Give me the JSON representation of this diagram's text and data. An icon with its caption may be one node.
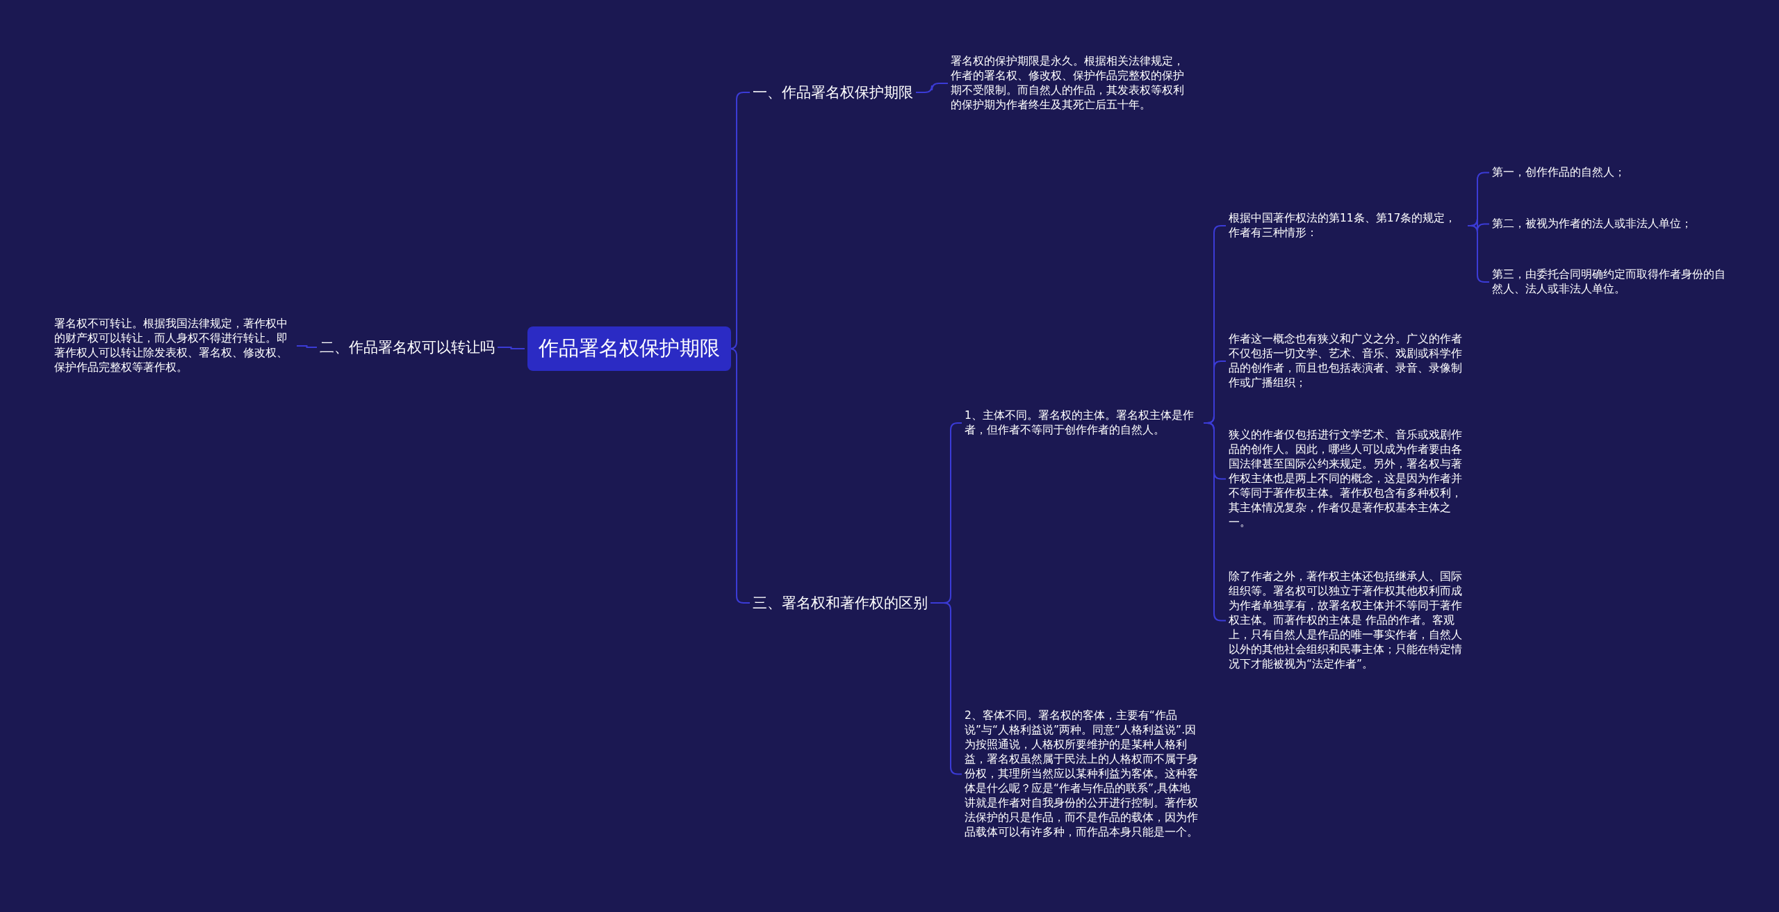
{
  "diagram": {
    "nodes": [
      {
        "text": [
          "作品署名权保护期限"
        ]
      },
      {
        "text": [
          "一、作品署名权保护期限"
        ]
      },
      {
        "text": [
          "署名权的保护期限是永久。根据相关法律规定，作者的署名权、修改权、保护作品完整权的保护期不受限制。而自然人的作品，其发表权等权利的保护期为作者终生及其死亡后五十年。"
        ]
      },
      {
        "text": [
          "二、作品署名权可以转让吗"
        ]
      },
      {
        "text": [
          "署名权不可转让。根据我国法律规定，著作权中的财产权可以转让，而人身权不得进行转让。即著作权人可以转让除发表权、署名权、修改权、保护作品完整权等著作权。"
        ]
      },
      {
        "text": [
          "三、署名权和著作权的区别"
        ]
      },
      {
        "text": [
          "1、主体不同。署名权的主体。署名权主体是作者，但作者不等同于创作作者的自然人。"
        ]
      },
      {
        "text": [
          "2、客体不同。署名权的客体，主要有“作品说”与“人格利益说”两种。同意“人格利益说”.因为按照通说，人格权所要维护的是某种人格利益，署名权虽然属于民法上的人格权而不属于身份权，其理所当然应以某种利益为客体。这种客体是什么呢？应是“作者与作品的联系”,具体地讲就是作者对自我身份的公开进行控制。著作权法保护的只是作品，而不是作品的载体，因为作品载体可以有许多种，而作品本身只能是一个。"
        ]
      },
      {
        "text": [
          "根据中国著作权法的第11条、第17条的规定，作者有三种情形："
        ]
      },
      {
        "text": [
          "作者这一概念也有狭义和广义之分。广义的作者不仅包括一切文学、艺术、音乐、戏剧或科学作品的创作者，而且也包括表演者、录音、录像制作或广播组织；"
        ]
      },
      {
        "text": [
          "狭义的作者仅包括进行文学艺术、音乐或戏剧作品的创作人。因此，哪些人可以成为作者要由各国法律甚至国际公约来规定。另外，署名权与著作权主体也是两上不同的概念，这是因为作者并不等同于著作权主体。著作权包含有多种权利，其主体情况复杂，作者仅是著作权基本主体之一。"
        ]
      },
      {
        "text": [
          "除了作者之外，著作权主体还包括继承人、国际组织等。署名权可以独立于著作权其他权利而成为作者单独享有，故署名权主体并不等同于著作权主体。而著作权的主体是 作品的作者。客观上，只有自然人是作品的唯一事实作者，自然人以外的其他社会组织和民事主体；只能在特定情况下才能被视为“法定作者”。"
        ]
      },
      {
        "text": [
          "第一，创作作品的自然人；"
        ]
      },
      {
        "text": [
          "第二，被视为作者的法人或非法人单位；"
        ]
      },
      {
        "text": [
          "第三，由委托合同明确约定而取得作者身份的自然人、法人或非法人单位。"
        ]
      }
    ],
    "edges": [
      {
        "from": 0,
        "to": 1,
        "arrow": "none"
      },
      {
        "from": 1,
        "to": 2,
        "arrow": "none"
      },
      {
        "from": 0,
        "to": 3,
        "arrow": "none"
      },
      {
        "from": 3,
        "to": 4,
        "arrow": "none"
      },
      {
        "from": 0,
        "to": 5,
        "arrow": "none"
      },
      {
        "from": 5,
        "to": 6,
        "arrow": "none"
      },
      {
        "from": 5,
        "to": 7,
        "arrow": "none"
      },
      {
        "from": 6,
        "to": 8,
        "arrow": "none"
      },
      {
        "from": 6,
        "to": 9,
        "arrow": "none"
      },
      {
        "from": 6,
        "to": 10,
        "arrow": "none"
      },
      {
        "from": 6,
        "to": 11,
        "arrow": "none"
      },
      {
        "from": 8,
        "to": 12,
        "arrow": "none"
      },
      {
        "from": 8,
        "to": 13,
        "arrow": "none"
      },
      {
        "from": 8,
        "to": 14,
        "arrow": "none"
      }
    ]
  }
}
